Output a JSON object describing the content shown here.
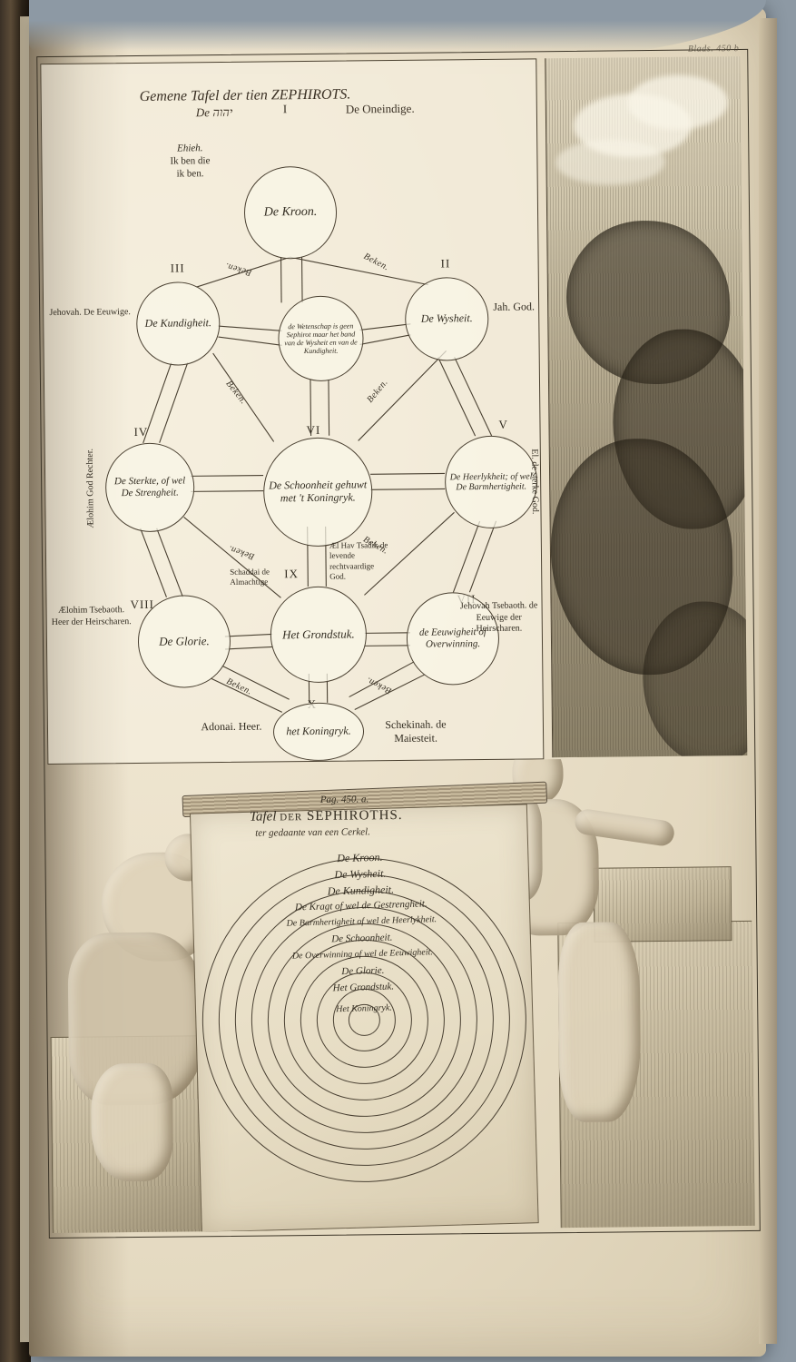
{
  "plate": {
    "folio": "Blads. 450 b",
    "diagram": {
      "title": "Gemene Tafel der tien ZEPHIROTS.",
      "subtitle_hebrew": "De יהוה",
      "top_right_label": "De Oneindige.",
      "ehieh_label": "Ehieh.",
      "ehieh_text_line1": "Ik ben die",
      "ehieh_text_line2": "ik ben.",
      "connector_label": "Beken.",
      "nodes": [
        {
          "numeral": "I",
          "label": "De Kroon."
        },
        {
          "numeral": "II",
          "label": "De Wysheit."
        },
        {
          "numeral": "III",
          "label": "De Kundigheit."
        },
        {
          "numeral": "IV",
          "label": "De Sterkte, of wel De Strengheit."
        },
        {
          "numeral": "V",
          "label": "De Heerlykheit; of wel De Barmhertigheit."
        },
        {
          "numeral": "VI",
          "label": "De Schoonheit gehuwt met 't Koningryk."
        },
        {
          "numeral": "VII",
          "label": "de Eeuwigheit of Overwinning."
        },
        {
          "numeral": "VIII",
          "label": "De Glorie."
        },
        {
          "numeral": "IX",
          "label": "Het Grondstuk."
        },
        {
          "numeral": "X",
          "label": "het Koningryk."
        }
      ],
      "center_note": "de Wetenschap is geen Sephirot maar het band van de Wysheit en van de Kundigheit.",
      "divine_names": {
        "node2_right": "Jah. God.",
        "node3_left": "Jehovah. De Eeuwige.",
        "node4_left": "Ælohim God Rechter.",
        "node5_right": "El. de sterke God.",
        "node7_right": "Jehovah Tsebaoth. de Eeuwige der Heirscharen.",
        "node8_left": "Ælohim Tsebaoth. Heer der Heirscharen.",
        "node9_left": "Schaddai de Almachtige",
        "node9_right": "Æl Hav Tsadik de levende rechtvaardige God.",
        "node10_left": "Adonai. Heer.",
        "node10_right": "Schekinah. de Maiesteit."
      }
    },
    "scene": {
      "caption_pag": "Pag. 450. a.",
      "caption_main_script": "Tafel",
      "caption_main_rest": "der SEPHIROTHS.",
      "caption_sub": "ter gedaante van een Cerkel.",
      "rings": [
        "De Kroon.",
        "De Wysheit.",
        "De Kundigheit.",
        "De Kragt of wel de Gestrengheit.",
        "De Barmhertigheit of wel de Heerlykheit.",
        "De Schoonheit.",
        "De Overwinning of wel de Eeuwigheit.",
        "De Glorie.",
        "Het Grondstuk.",
        "Het Koningryk."
      ]
    }
  }
}
